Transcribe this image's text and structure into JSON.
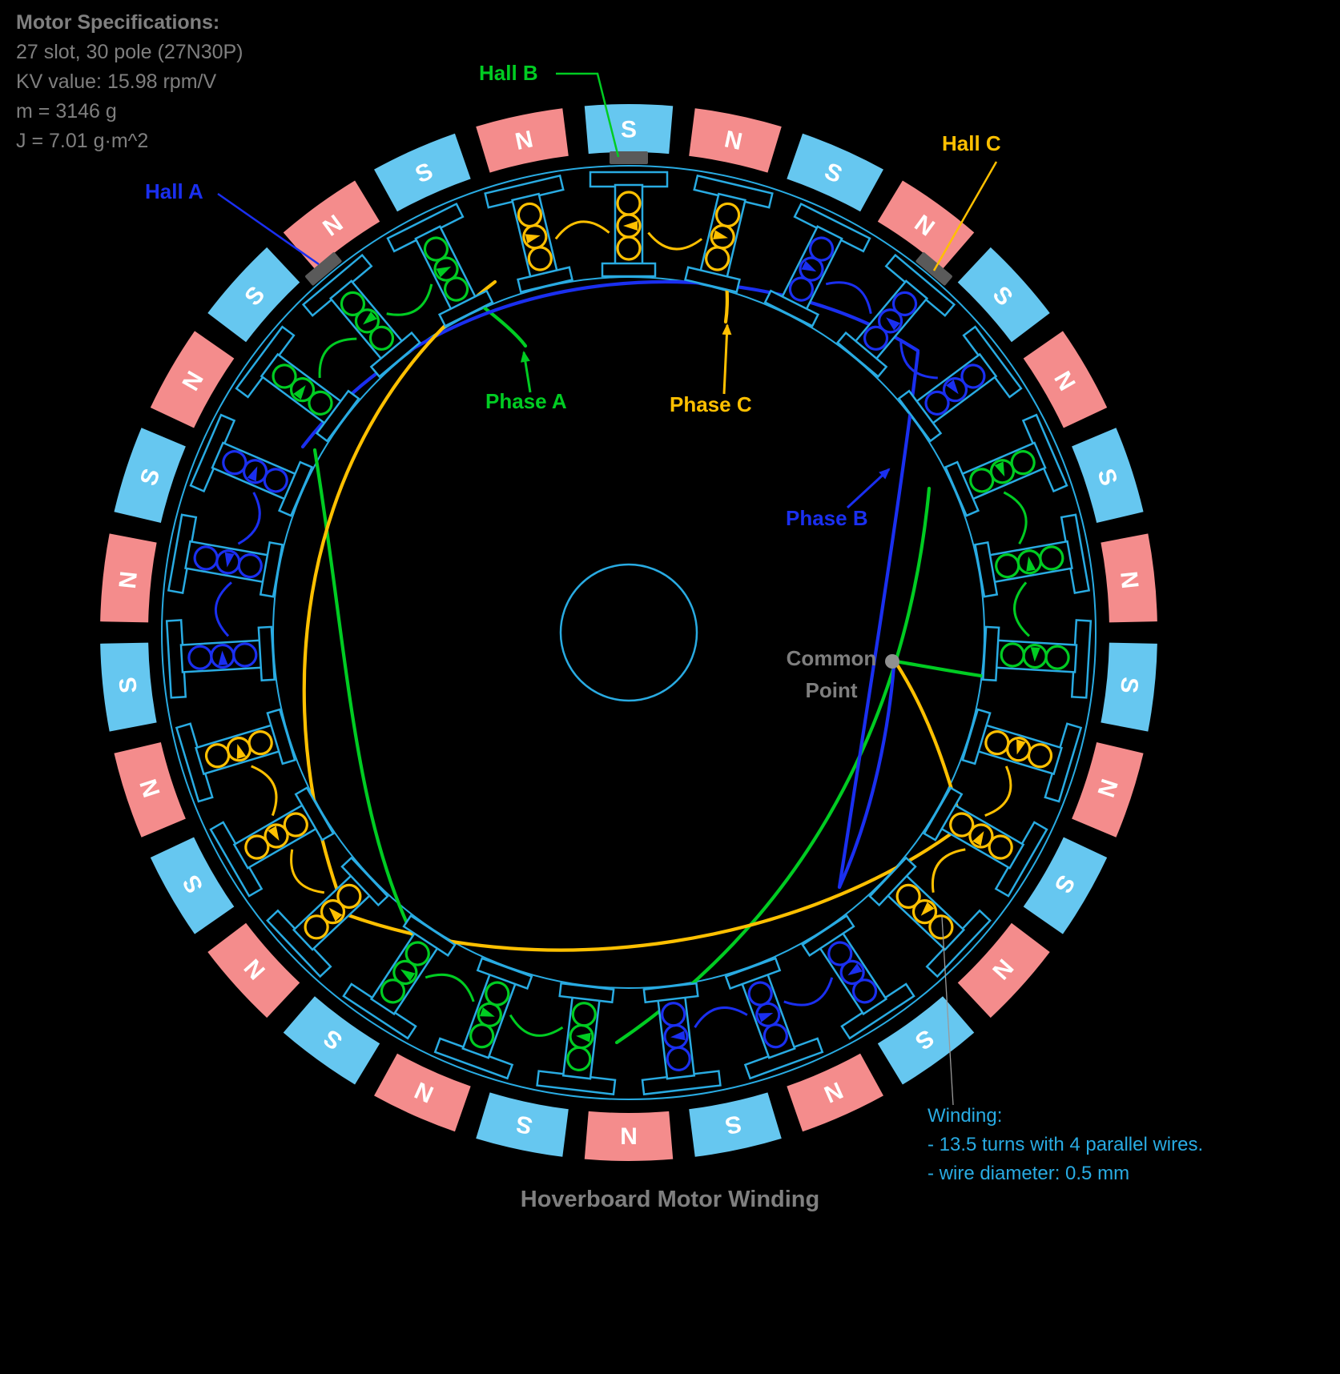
{
  "title": "Hoverboard Motor Winding",
  "specs": {
    "heading": "Motor Specifications:",
    "lines": [
      "27 slot, 30 pole (27N30P)",
      "KV value: 15.98 rpm/V",
      "m = 3146 g",
      "J = 7.01 g·m^2"
    ]
  },
  "winding_note": {
    "heading": "Winding:",
    "lines": [
      "- 13.5 turns with 4 parallel wires.",
      "- wire diameter: 0.5 mm"
    ]
  },
  "labels": {
    "hall_a": "Hall A",
    "hall_b": "Hall B",
    "hall_c": "Hall C",
    "phase_a": "Phase A",
    "phase_b": "Phase B",
    "phase_c": "Phase C",
    "common_point": "Common Point"
  },
  "colors": {
    "background": "#000000",
    "phase_a": "#00cc22",
    "phase_b": "#1a2ff0",
    "phase_c": "#ffc000",
    "magnet_n": "#f48c8c",
    "magnet_s": "#66c7f0",
    "magnet_letter": "#ffffff",
    "stator": "#29abe2",
    "text_gray": "#7f7f7f",
    "note_cyan": "#29abe2",
    "hall_sensor": "#5a5a5a",
    "common_dot": "#909090"
  },
  "motor": {
    "slots": 27,
    "poles": 30,
    "magnet_sequence": [
      "S",
      "N",
      "S",
      "N",
      "S",
      "N",
      "S",
      "N",
      "S",
      "N",
      "S",
      "N",
      "S",
      "N",
      "S",
      "N",
      "S",
      "N",
      "S",
      "N",
      "S",
      "N",
      "S",
      "N",
      "S",
      "N",
      "S",
      "N",
      "S",
      "N"
    ],
    "winding_pattern": [
      "C",
      "C",
      "B",
      "B",
      "B",
      "A",
      "A",
      "A",
      "C",
      "C",
      "C",
      "B",
      "B",
      "B",
      "A",
      "A",
      "A",
      "C",
      "C",
      "C",
      "B",
      "B",
      "B",
      "A",
      "A",
      "A",
      "C"
    ],
    "hall_angles_deg": [
      -40,
      0,
      40
    ]
  }
}
